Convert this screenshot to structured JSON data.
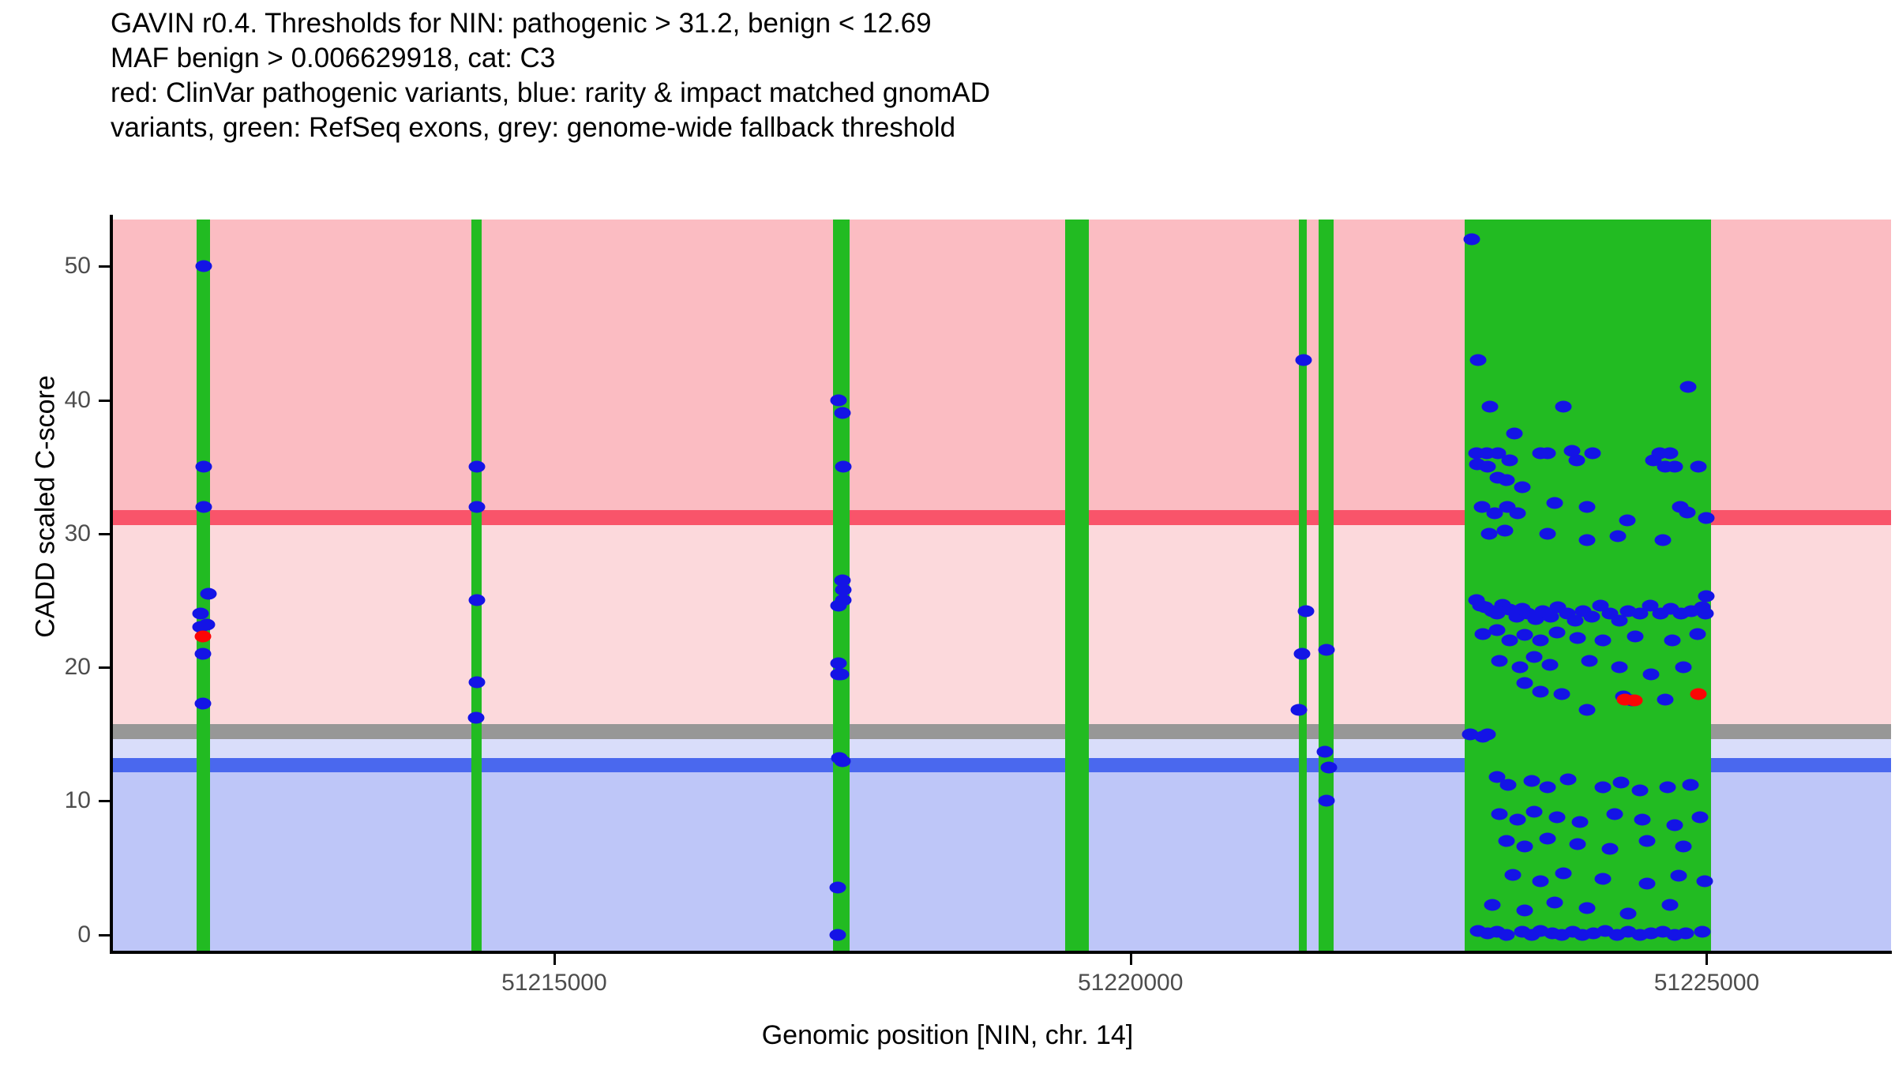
{
  "title": {
    "line1": "GAVIN r0.4. Thresholds for NIN: pathogenic > 31.2, benign < 12.69",
    "line2": "MAF benign > 0.006629918, cat: C3",
    "line3": "red: ClinVar pathogenic variants, blue: rarity & impact matched gnomAD",
    "line4": "variants, green: RefSeq exons, grey: genome-wide fallback threshold"
  },
  "colors": {
    "pathogenic_line": "#f9546a",
    "pathogenic_zone": "#fbbcc2",
    "vous_zone": "#fcd9dc",
    "fallback_grey": "#979797",
    "benign_line": "#4a68ee",
    "benign_zone_light": "#d9ddfa",
    "benign_zone": "#bec6f8",
    "exon_green": "#22bb22",
    "variant_blue": "#1414e6",
    "variant_red": "#fb0505"
  },
  "chart_data": {
    "type": "scatter",
    "title": "GAVIN r0.4. Thresholds for NIN: pathogenic > 31.2, benign < 12.69",
    "xlabel": "Genomic position [NIN, chr. 14]",
    "ylabel": "CADD scaled C-score",
    "xlim": [
      51211150,
      51226600
    ],
    "ylim": [
      -1.2,
      53.5
    ],
    "grid": false,
    "legend": "none",
    "xticks": [
      51215000,
      51220000,
      51225000
    ],
    "xticklabels": [
      "51215000",
      "51220000",
      "51225000"
    ],
    "yticks": [
      0,
      10,
      20,
      30,
      40,
      50
    ],
    "yticklabels": [
      "0",
      "10",
      "20",
      "30",
      "40",
      "50"
    ],
    "thresholds": {
      "pathogenic": 31.2,
      "benign": 12.69,
      "genome_wide_fallback": 15.2,
      "maf_benign": 0.006629918,
      "category": "C3",
      "gene": "NIN",
      "chromosome": "14"
    },
    "exons": [
      {
        "start": 51211900,
        "end": 51212010
      },
      {
        "start": 51214280,
        "end": 51214370
      },
      {
        "start": 51217420,
        "end": 51217560
      },
      {
        "start": 51219430,
        "end": 51219640
      },
      {
        "start": 51221460,
        "end": 51221530
      },
      {
        "start": 51221630,
        "end": 51221765
      },
      {
        "start": 51222900,
        "end": 51225040
      }
    ],
    "series": [
      {
        "name": "rarity & impact matched gnomAD variants",
        "color": "#1414e6",
        "points": [
          [
            51211960,
            50.0
          ],
          [
            51211960,
            35.0
          ],
          [
            51211960,
            32.0
          ],
          [
            51212000,
            25.5
          ],
          [
            51211930,
            24.0
          ],
          [
            51211930,
            23.0
          ],
          [
            51211985,
            23.2
          ],
          [
            51211955,
            21.0
          ],
          [
            51211950,
            17.3
          ],
          [
            51214330,
            35.0
          ],
          [
            51214330,
            32.0
          ],
          [
            51214330,
            25.0
          ],
          [
            51214330,
            18.9
          ],
          [
            51214325,
            16.2
          ],
          [
            51217470,
            40.0
          ],
          [
            51217500,
            39.0
          ],
          [
            51217505,
            35.0
          ],
          [
            51217500,
            26.5
          ],
          [
            51217505,
            25.8
          ],
          [
            51217465,
            24.6
          ],
          [
            51217505,
            25.0
          ],
          [
            51217470,
            20.3
          ],
          [
            51217470,
            19.5
          ],
          [
            51217490,
            19.5
          ],
          [
            51217475,
            13.2
          ],
          [
            51217500,
            13.0
          ],
          [
            51217460,
            3.5
          ],
          [
            51217460,
            0.0
          ],
          [
            51221500,
            43.0
          ],
          [
            51221490,
            21.0
          ],
          [
            51221520,
            24.2
          ],
          [
            51221700,
            21.3
          ],
          [
            51221460,
            16.8
          ],
          [
            51221690,
            13.7
          ],
          [
            51221720,
            12.5
          ],
          [
            51221700,
            10.0
          ],
          [
            51222960,
            52.0
          ],
          [
            51222950,
            15.0
          ],
          [
            51223020,
            43.0
          ],
          [
            51223120,
            39.5
          ],
          [
            51223760,
            39.5
          ],
          [
            51223330,
            37.5
          ],
          [
            51223005,
            36.0
          ],
          [
            51223010,
            35.2
          ],
          [
            51223090,
            36.0
          ],
          [
            51223100,
            35.0
          ],
          [
            51223190,
            36.0
          ],
          [
            51223290,
            35.5
          ],
          [
            51223560,
            36.0
          ],
          [
            51223620,
            36.0
          ],
          [
            51223830,
            36.2
          ],
          [
            51223870,
            35.5
          ],
          [
            51224010,
            36.0
          ],
          [
            51224540,
            35.5
          ],
          [
            51224640,
            35.0
          ],
          [
            51224680,
            36.0
          ],
          [
            51224720,
            35.0
          ],
          [
            51224590,
            36.0
          ],
          [
            51224840,
            41.0
          ],
          [
            51224930,
            35.0
          ],
          [
            51225000,
            31.2
          ],
          [
            51223190,
            34.2
          ],
          [
            51223260,
            34.0
          ],
          [
            51223400,
            33.5
          ],
          [
            51223050,
            32.0
          ],
          [
            51223160,
            31.5
          ],
          [
            51223270,
            32.0
          ],
          [
            51223360,
            31.5
          ],
          [
            51223680,
            32.3
          ],
          [
            51223960,
            32.0
          ],
          [
            51224310,
            31.0
          ],
          [
            51224770,
            32.0
          ],
          [
            51224830,
            31.6
          ],
          [
            51223110,
            30.0
          ],
          [
            51223250,
            30.2
          ],
          [
            51223620,
            30.0
          ],
          [
            51223960,
            29.5
          ],
          [
            51224230,
            29.8
          ],
          [
            51224620,
            29.5
          ],
          [
            51223000,
            25.0
          ],
          [
            51223040,
            24.6
          ],
          [
            51223080,
            24.5
          ],
          [
            51223140,
            24.2
          ],
          [
            51223180,
            24.0
          ],
          [
            51223230,
            24.7
          ],
          [
            51223290,
            24.3
          ],
          [
            51223350,
            23.8
          ],
          [
            51223400,
            24.4
          ],
          [
            51223450,
            24.0
          ],
          [
            51223520,
            23.6
          ],
          [
            51223580,
            24.2
          ],
          [
            51223650,
            23.8
          ],
          [
            51223710,
            24.5
          ],
          [
            51223790,
            24.0
          ],
          [
            51223860,
            23.5
          ],
          [
            51223930,
            24.2
          ],
          [
            51224000,
            23.8
          ],
          [
            51224080,
            24.6
          ],
          [
            51224160,
            24.0
          ],
          [
            51224240,
            23.5
          ],
          [
            51224320,
            24.2
          ],
          [
            51224420,
            24.0
          ],
          [
            51224510,
            24.6
          ],
          [
            51224600,
            24.0
          ],
          [
            51224690,
            24.4
          ],
          [
            51224780,
            24.0
          ],
          [
            51224870,
            24.2
          ],
          [
            51224960,
            24.5
          ],
          [
            51225000,
            25.3
          ],
          [
            51224990,
            24.0
          ],
          [
            51223060,
            22.5
          ],
          [
            51223180,
            22.8
          ],
          [
            51223290,
            22.0
          ],
          [
            51223420,
            22.4
          ],
          [
            51223560,
            22.0
          ],
          [
            51223700,
            22.6
          ],
          [
            51223880,
            22.2
          ],
          [
            51224100,
            22.0
          ],
          [
            51224380,
            22.3
          ],
          [
            51224700,
            22.0
          ],
          [
            51224920,
            22.5
          ],
          [
            51223200,
            20.5
          ],
          [
            51223380,
            20.0
          ],
          [
            51223500,
            20.8
          ],
          [
            51223640,
            20.2
          ],
          [
            51223980,
            20.5
          ],
          [
            51224240,
            20.0
          ],
          [
            51224520,
            19.5
          ],
          [
            51224800,
            20.0
          ],
          [
            51223420,
            18.8
          ],
          [
            51223560,
            18.2
          ],
          [
            51223740,
            18.0
          ],
          [
            51224280,
            17.8
          ],
          [
            51224350,
            17.5
          ],
          [
            51224640,
            17.6
          ],
          [
            51223960,
            16.8
          ],
          [
            51223060,
            14.8
          ],
          [
            51223100,
            15.0
          ],
          [
            51223180,
            11.8
          ],
          [
            51223280,
            11.2
          ],
          [
            51223480,
            11.5
          ],
          [
            51223620,
            11.0
          ],
          [
            51223800,
            11.6
          ],
          [
            51224100,
            11.0
          ],
          [
            51224260,
            11.4
          ],
          [
            51224420,
            10.8
          ],
          [
            51224660,
            11.0
          ],
          [
            51224860,
            11.2
          ],
          [
            51223200,
            9.0
          ],
          [
            51223360,
            8.6
          ],
          [
            51223500,
            9.2
          ],
          [
            51223700,
            8.8
          ],
          [
            51223900,
            8.4
          ],
          [
            51224200,
            9.0
          ],
          [
            51224440,
            8.6
          ],
          [
            51224720,
            8.2
          ],
          [
            51224940,
            8.8
          ],
          [
            51223260,
            7.0
          ],
          [
            51223420,
            6.6
          ],
          [
            51223620,
            7.2
          ],
          [
            51223880,
            6.8
          ],
          [
            51224160,
            6.4
          ],
          [
            51224480,
            7.0
          ],
          [
            51224800,
            6.6
          ],
          [
            51223320,
            4.5
          ],
          [
            51223560,
            4.0
          ],
          [
            51223760,
            4.6
          ],
          [
            51224100,
            4.2
          ],
          [
            51224480,
            3.8
          ],
          [
            51224760,
            4.4
          ],
          [
            51224980,
            4.0
          ],
          [
            51223140,
            2.2
          ],
          [
            51223420,
            1.8
          ],
          [
            51223680,
            2.4
          ],
          [
            51223960,
            2.0
          ],
          [
            51224320,
            1.6
          ],
          [
            51224680,
            2.2
          ],
          [
            51223020,
            0.3
          ],
          [
            51223100,
            0.1
          ],
          [
            51223180,
            0.2
          ],
          [
            51223260,
            0.0
          ],
          [
            51223400,
            0.2
          ],
          [
            51223480,
            0.0
          ],
          [
            51223560,
            0.3
          ],
          [
            51223660,
            0.1
          ],
          [
            51223740,
            0.0
          ],
          [
            51223840,
            0.2
          ],
          [
            51223920,
            0.0
          ],
          [
            51224020,
            0.1
          ],
          [
            51224120,
            0.3
          ],
          [
            51224220,
            0.0
          ],
          [
            51224320,
            0.2
          ],
          [
            51224420,
            0.0
          ],
          [
            51224520,
            0.1
          ],
          [
            51224620,
            0.2
          ],
          [
            51224720,
            0.0
          ],
          [
            51224820,
            0.1
          ],
          [
            51224960,
            0.2
          ]
        ]
      },
      {
        "name": "ClinVar pathogenic variants",
        "color": "#fb0505",
        "points": [
          [
            51211955,
            22.3
          ],
          [
            51224290,
            17.6
          ],
          [
            51224370,
            17.5
          ],
          [
            51224930,
            18.0
          ]
        ]
      }
    ]
  }
}
